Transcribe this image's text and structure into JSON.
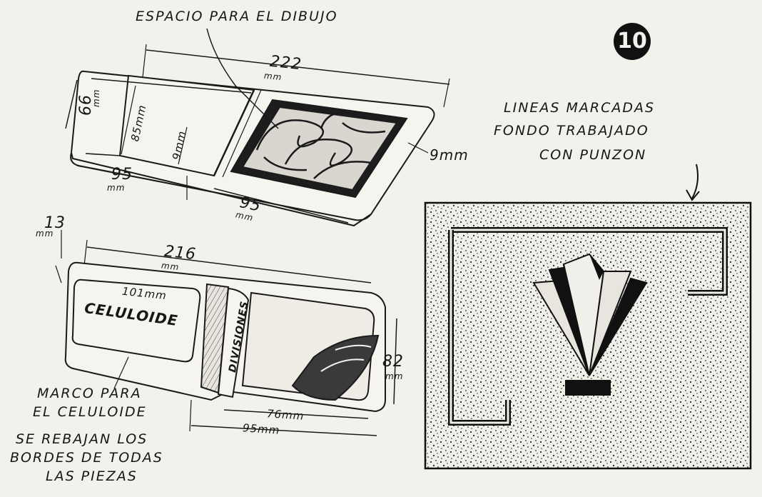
{
  "badge": "10",
  "top_wallet": {
    "title": "ESPACIO PARA EL DIBUJO",
    "dim_222": "222",
    "dim_66": "66",
    "dim_85": "85mm",
    "dim_9a": "9mm",
    "dim_9b": "9mm",
    "dim_95a": "95",
    "dim_95b": "95",
    "unit_mm": "mm"
  },
  "bottom_wallet": {
    "dim_13": "13",
    "dim_216": "216",
    "dim_101": "101mm",
    "celuloide": "CELULOIDE",
    "divisiones": "DIVISIONES",
    "dim_82": "82",
    "dim_76": "76mm",
    "dim_95": "95mm",
    "unit_mm": "mm"
  },
  "notes": {
    "marco_line1": "MARCO PARA",
    "marco_line2": "EL CELULOIDE",
    "rebajan_line1": "SE REBAJAN LOS",
    "rebajan_line2": "BORDES DE TODAS",
    "rebajan_line3": "LAS PIEZAS"
  },
  "panel": {
    "line1": "LINEAS MARCADAS",
    "line2": "FONDO TRABAJADO",
    "line3": "CON PUNZON"
  }
}
